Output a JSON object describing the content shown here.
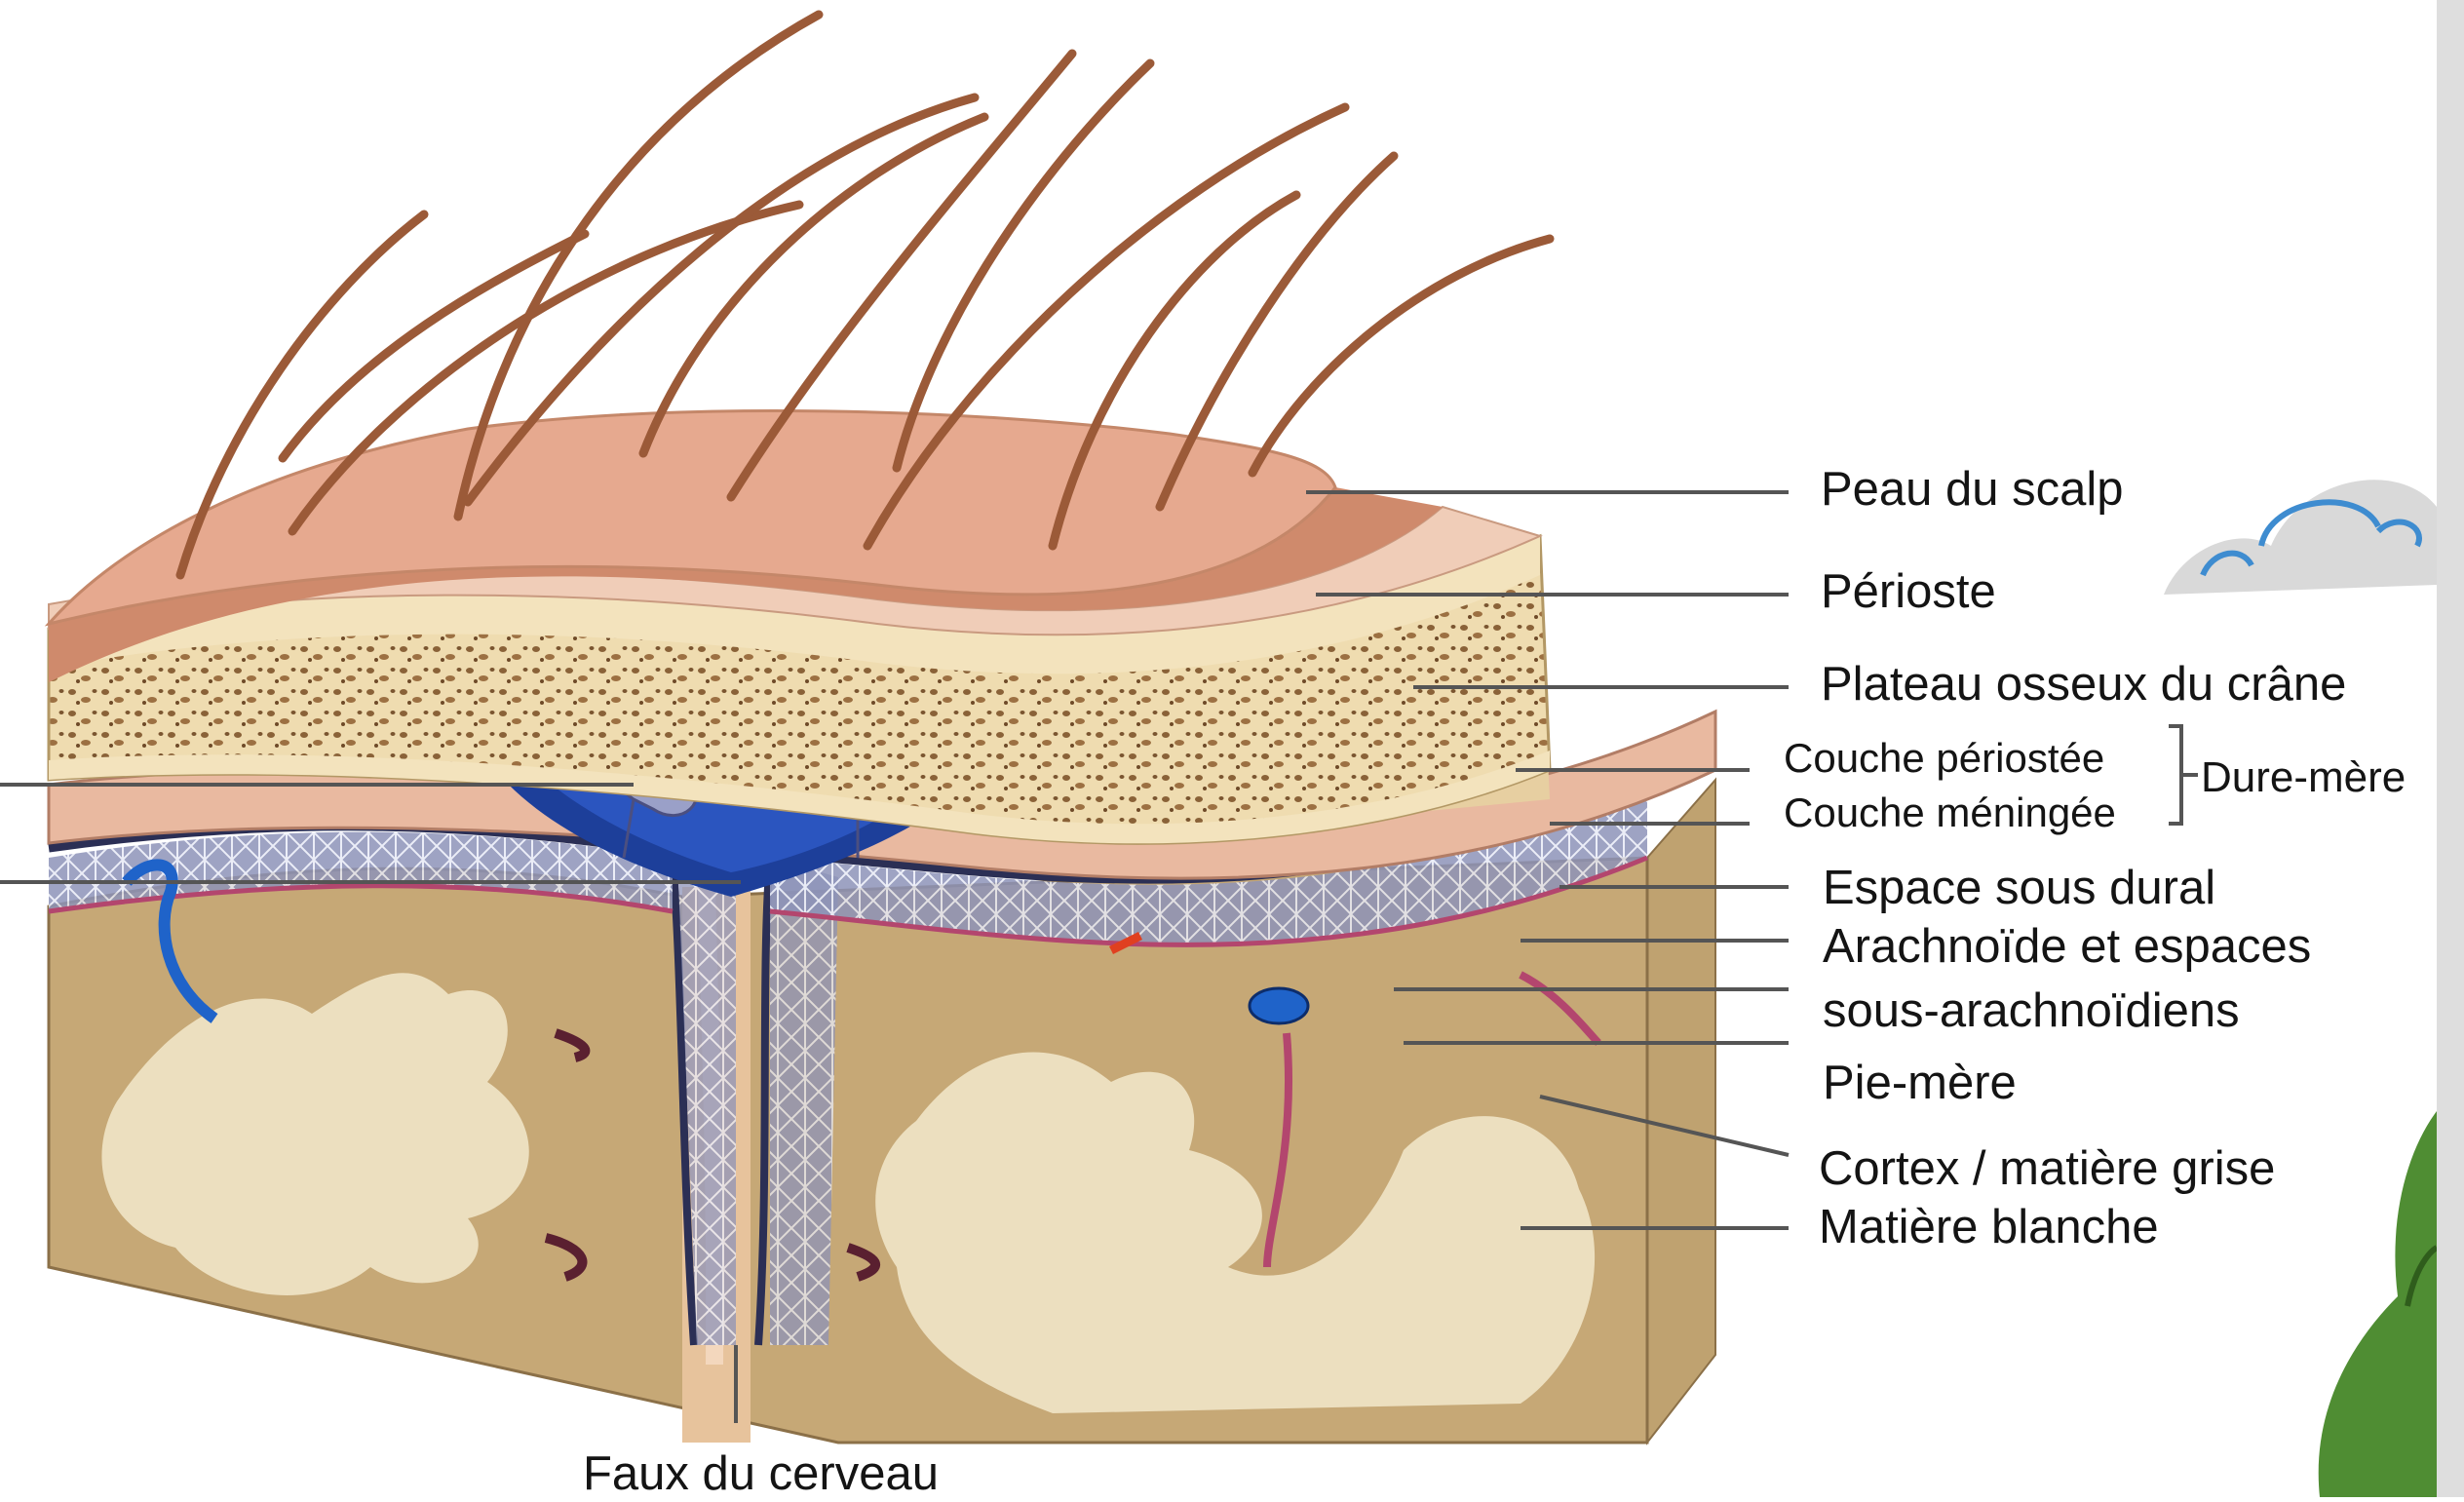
{
  "labels": {
    "scalp": "Peau du scalp",
    "periosteum": "Périoste",
    "skull": "Plateau osseux du crâne",
    "periosteal_layer": "Couche périostée",
    "meningeal_layer": "Couche méningée",
    "dura_mater": "Dure-mère",
    "subdural_space": "Espace sous dural",
    "arachnoid_1": "Arachnoïde et espaces",
    "arachnoid_2": "sous-arachnoïdiens",
    "pia_mater": "Pie-mère",
    "cortex": "Cortex / matière grise",
    "white_matter": "Matière blanche",
    "falx": "Faux du cerveau"
  },
  "colors": {
    "skin": "#e6a98f",
    "dermis": "#cf8a6c",
    "periosteum": "#f0cdb8",
    "bone": "#efdcb0",
    "bone_pores": "#8a6238",
    "dura": "#e9b9a0",
    "sinus": "#1d3f9a",
    "arachnoid": "#cbd2e8",
    "pia": "#b3466e",
    "gray_matter": "#c6a876",
    "white_matter": "#ecdfbf",
    "hair": "#9b5a38",
    "leader_line": "#555555"
  }
}
